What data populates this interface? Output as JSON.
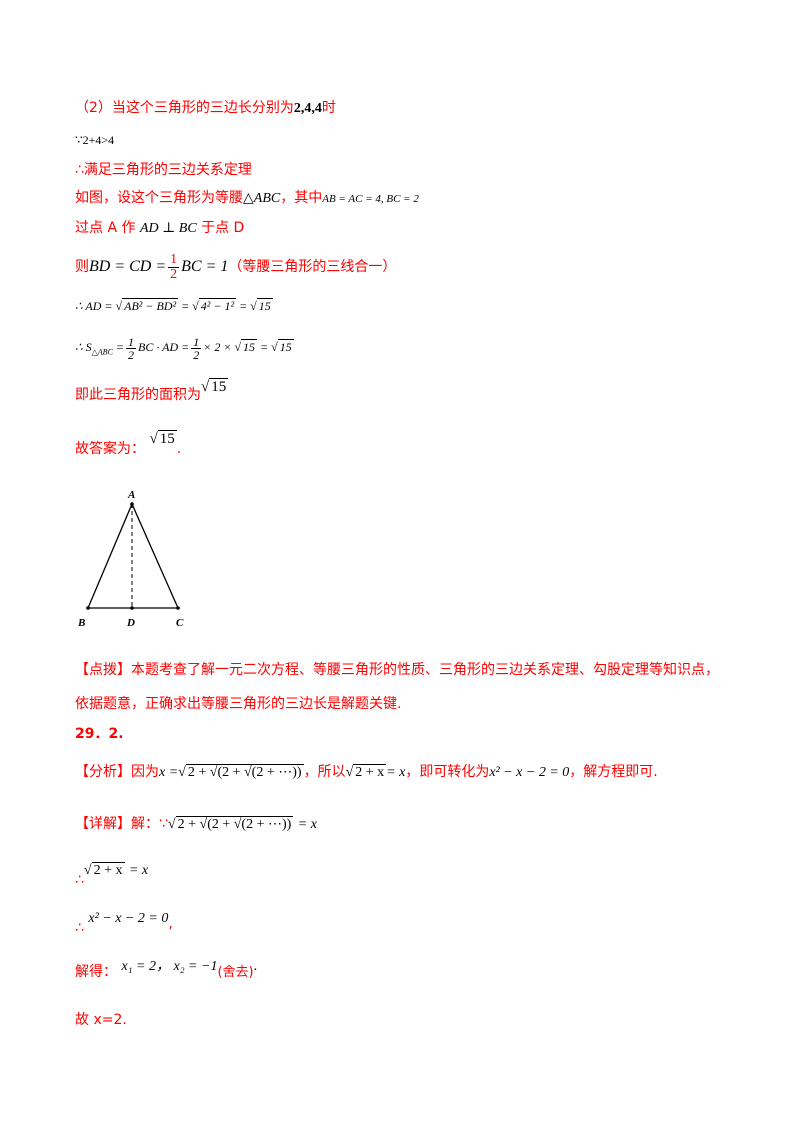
{
  "lines": {
    "l1_pre": "（2）当这个三角形的三边长分别为",
    "l1_math": "2,4,4",
    "l1_post": "时",
    "l2": "∵2+4>4",
    "l3": "∴满足三角形的三边关系定理",
    "l4_pre": "如图，设这个三角形为等腰",
    "l4_math": "△ABC",
    "l4_mid": "，其中",
    "l4_math2": "AB = AC = 4, BC = 2",
    "l5_pre": "过点 A 作",
    "l5_math": "AD ⊥ BC",
    "l5_post": "于点 D",
    "l6_pre": "则",
    "l6_math_a": "BD = CD =",
    "l6_frac_num": "1",
    "l6_frac_den": "2",
    "l6_math_b": "BC = 1",
    "l6_post": "（等腰三角形的三线合一）",
    "l7_a": "∴ AD =",
    "l7_r1": "AB² − BD²",
    "l7_eq": "=",
    "l7_r2": "4² − 1²",
    "l7_eq2": "=",
    "l7_r3": "15",
    "l8_a": "∴ S",
    "l8_sub": "△ABC",
    "l8_eq": "=",
    "l8_frac_num": "1",
    "l8_frac_den": "2",
    "l8_b": "BC · AD =",
    "l8_frac2_num": "1",
    "l8_frac2_den": "2",
    "l8_c": "× 2 ×",
    "l8_r": "15",
    "l8_eq2": "=",
    "l8_r2": "15",
    "l9_pre": "即此三角形的面积为",
    "l9_r": "15",
    "l10_pre": "故答案为：",
    "l10_r": "15",
    "l10_post": ".",
    "dianbo_1": "【点拨】本题考查了解一元二次方程、等腰三角形的性质、三角形的三边关系定理、勾股定理等知识点，",
    "dianbo_2": "依据题意，正确求出等腰三角形的三边长是解题关键.",
    "q29": "29．2.",
    "fx_pre": "【分析】因为",
    "fx_math1": "x =",
    "fx_r1": "2 + √(2 + √(2 + ⋯))",
    "fx_mid": "，所以",
    "fx_r2": "2 + x",
    "fx_math2": "= x",
    "fx_mid2": "，即可转化为",
    "fx_math3": "x² − x − 2 = 0",
    "fx_post": "，解方程即可.",
    "xj_pre": "【详解】解：∵",
    "xj_r": "2 + √(2 + √(2 + ⋯))",
    "xj_math": "= x",
    "s1_sym": "∴",
    "s1_r": "2 + x",
    "s1_math": "= x",
    "s2_sym": "∴",
    "s2_math": "x² − x − 2 = 0",
    "s2_post": ",",
    "s3_pre": "解得：",
    "s3_math": "x₁ = 2， x₂ = −1",
    "s3_post": "(舍去)",
    "s3_dot": ".",
    "s4": "故 x=2."
  },
  "figure": {
    "labels": {
      "A": "A",
      "B": "B",
      "C": "C",
      "D": "D"
    }
  }
}
